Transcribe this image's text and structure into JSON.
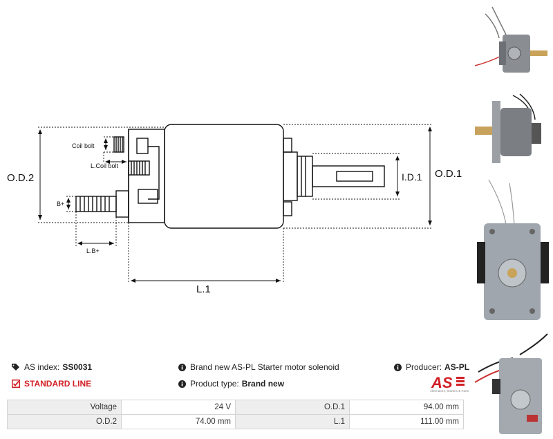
{
  "drawing": {
    "labels": {
      "od2": "O.D.2",
      "od1": "O.D.1",
      "id1": "I.D.1",
      "l1": "L.1",
      "coil_bolt": "Coil bolt",
      "l_coil_bolt": "L.Coil bolt",
      "b_plus": "B+",
      "l_b_plus": "L.B+"
    }
  },
  "info": {
    "as_index_label": "AS index:",
    "as_index_value": "SS0031",
    "standard_line": "STANDARD LINE",
    "description": "Brand new AS-PL Starter motor solenoid",
    "product_type_label": "Product type:",
    "product_type_value": "Brand new",
    "producer_label": "Producer:",
    "producer_value": "AS-PL"
  },
  "brand": {
    "tagline": "Alternators, Starters & Parts"
  },
  "specs": {
    "rows": [
      {
        "label_a": "Voltage",
        "value_a": "24 V",
        "label_b": "O.D.1",
        "value_b": "94.00 mm"
      },
      {
        "label_a": "O.D.2",
        "value_a": "74.00 mm",
        "label_b": "L.1",
        "value_b": "111.00 mm"
      }
    ]
  },
  "colors": {
    "accent_red": "#d21f26",
    "line": "#111111",
    "table_label_bg": "#eeeeee"
  }
}
